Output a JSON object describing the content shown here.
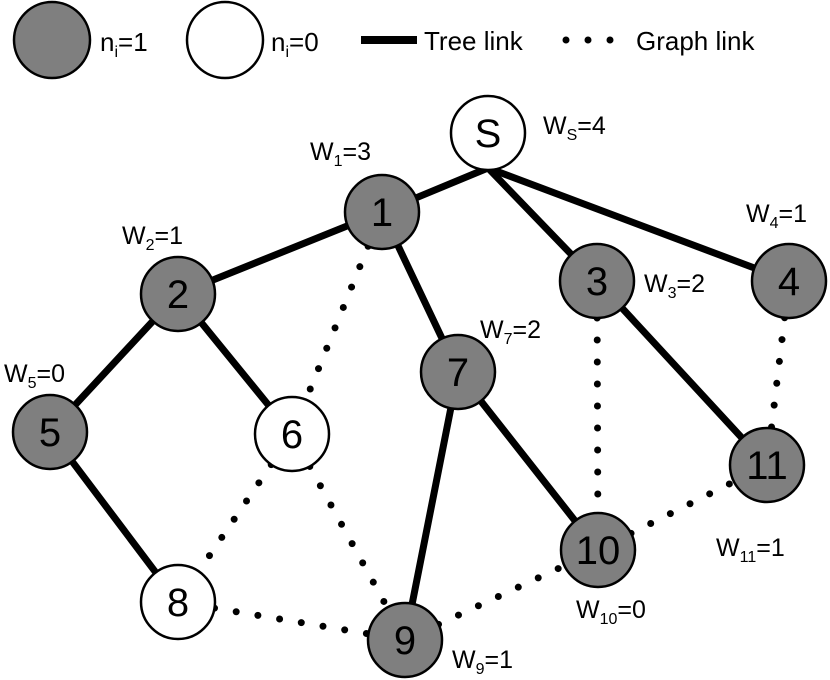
{
  "legend": {
    "filled": {
      "n": "n",
      "i": "i",
      "value": "=1"
    },
    "empty": {
      "n": "n",
      "i": "i",
      "value": "=0"
    },
    "tree_link": "Tree link",
    "graph_link": "Graph link"
  },
  "colors": {
    "filled_node": "#7f7f7f",
    "empty_node": "#ffffff",
    "stroke": "#000000"
  },
  "nodes": [
    {
      "id": "S",
      "label": "S",
      "filled": false
    },
    {
      "id": "1",
      "label": "1",
      "filled": true
    },
    {
      "id": "2",
      "label": "2",
      "filled": true
    },
    {
      "id": "3",
      "label": "3",
      "filled": true
    },
    {
      "id": "4",
      "label": "4",
      "filled": true
    },
    {
      "id": "5",
      "label": "5",
      "filled": true
    },
    {
      "id": "6",
      "label": "6",
      "filled": false
    },
    {
      "id": "7",
      "label": "7",
      "filled": true
    },
    {
      "id": "8",
      "label": "8",
      "filled": false
    },
    {
      "id": "9",
      "label": "9",
      "filled": true
    },
    {
      "id": "10",
      "label": "10",
      "filled": true
    },
    {
      "id": "11",
      "label": "11",
      "filled": true
    }
  ],
  "weights": {
    "S": {
      "w": "W",
      "sub": "S",
      "value": "=4"
    },
    "1": {
      "w": "W",
      "sub": "1",
      "value": "=3"
    },
    "2": {
      "w": "W",
      "sub": "2",
      "value": "=1"
    },
    "3": {
      "w": "W",
      "sub": "3",
      "value": "=2"
    },
    "4": {
      "w": "W",
      "sub": "4",
      "value": "=1"
    },
    "5": {
      "w": "W",
      "sub": "5",
      "value": "=0"
    },
    "7": {
      "w": "W",
      "sub": "7",
      "value": "=2"
    },
    "9": {
      "w": "W",
      "sub": "9",
      "value": "=1"
    },
    "10": {
      "w": "W",
      "sub": "10",
      "value": "=0"
    },
    "11": {
      "w": "W",
      "sub": "11",
      "value": "=1"
    }
  },
  "tree_links": [
    [
      "S",
      "1"
    ],
    [
      "S",
      "3"
    ],
    [
      "S",
      "4"
    ],
    [
      "1",
      "2"
    ],
    [
      "1",
      "7"
    ],
    [
      "2",
      "5"
    ],
    [
      "2",
      "6"
    ],
    [
      "5",
      "8"
    ],
    [
      "7",
      "9"
    ],
    [
      "7",
      "10"
    ],
    [
      "3",
      "11"
    ]
  ],
  "graph_links": [
    [
      "1",
      "6"
    ],
    [
      "6",
      "8"
    ],
    [
      "6",
      "9"
    ],
    [
      "8",
      "9"
    ],
    [
      "9",
      "10"
    ],
    [
      "10",
      "11"
    ],
    [
      "3",
      "10"
    ],
    [
      "4",
      "11"
    ]
  ]
}
